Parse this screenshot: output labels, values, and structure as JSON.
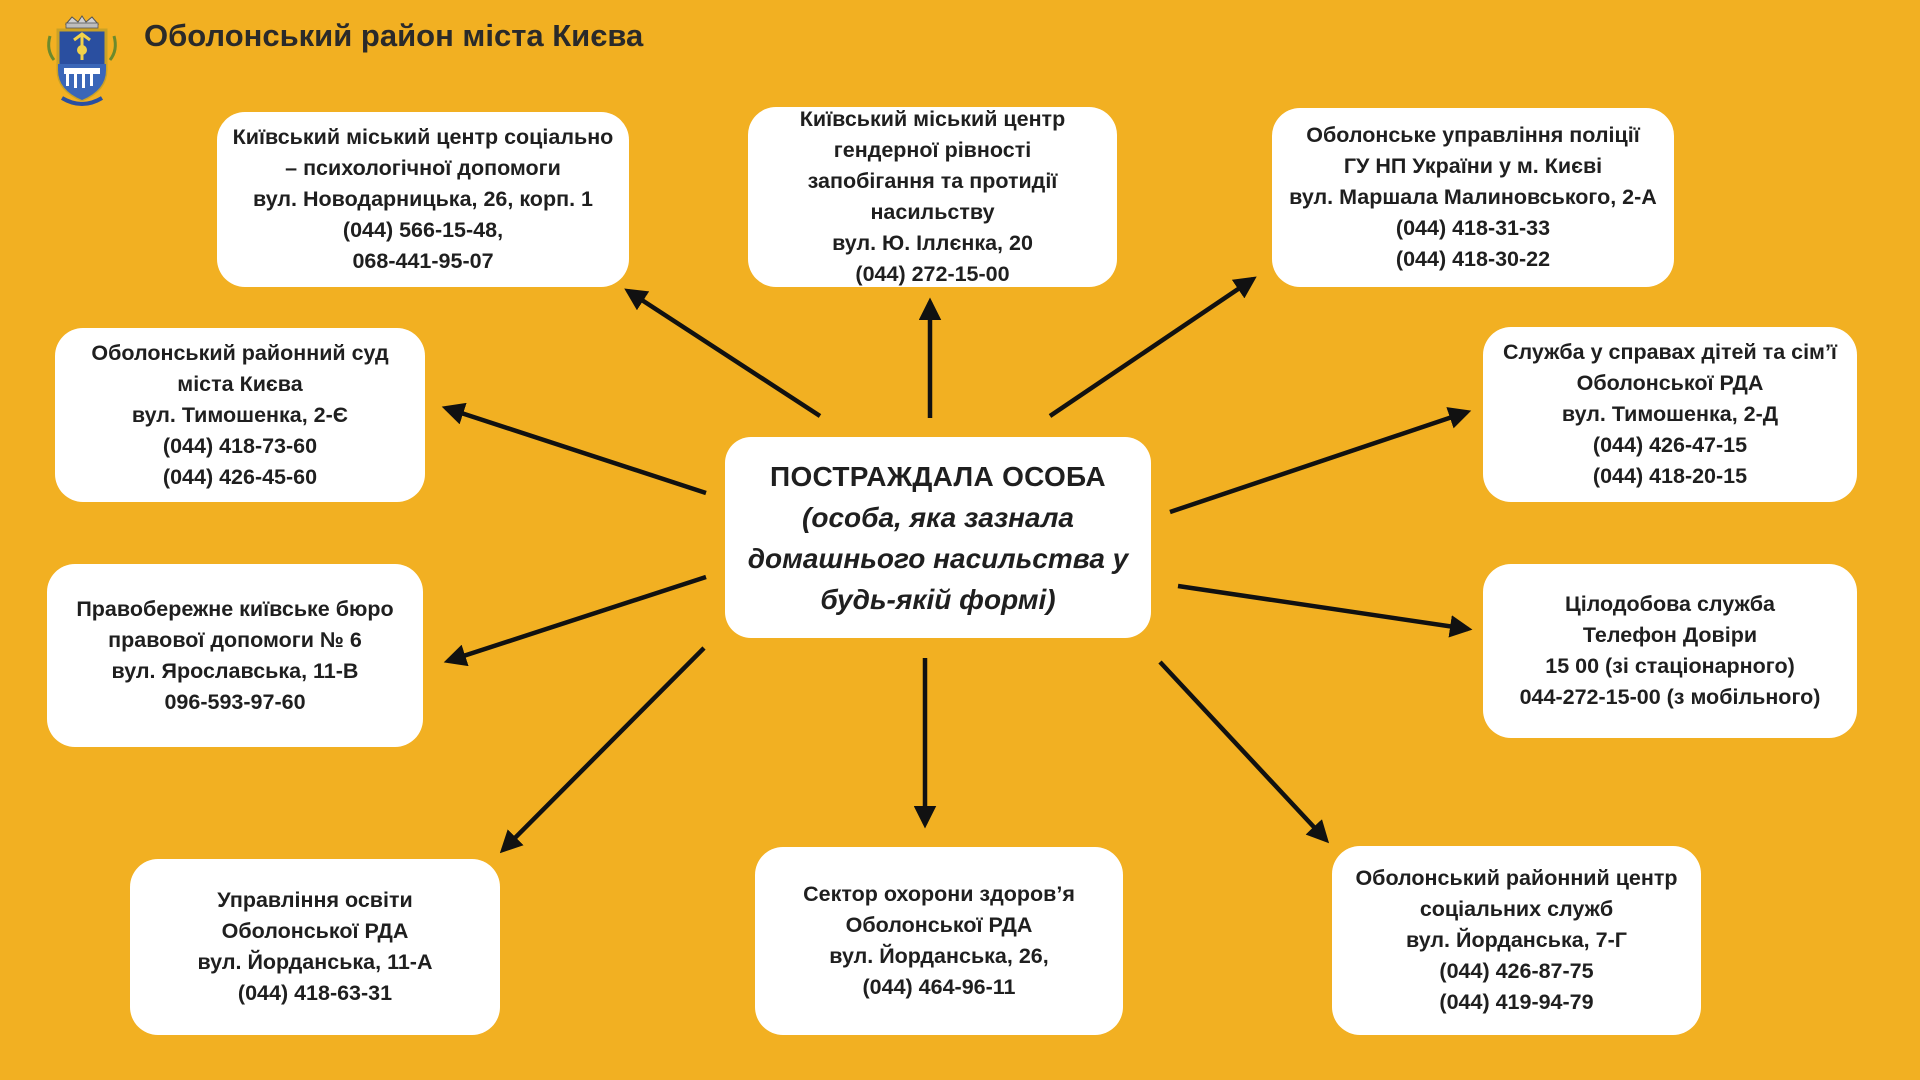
{
  "header": {
    "title": "Оболонський район міста Києва",
    "emblem_icon": "obolon-district-coat-of-arms"
  },
  "center": {
    "title": "ПОСТРАЖДАЛА ОСОБА",
    "subtitle_lines": [
      "(особа, яка зазнала",
      "домашнього насильства у",
      "будь-якій формі)"
    ]
  },
  "services": [
    {
      "lines": [
        "Київський міський центр соціально",
        "– психологічної допомоги",
        "вул. Новодарницька, 26, корп. 1",
        "(044) 566-15-48,",
        "068-441-95-07"
      ]
    },
    {
      "lines": [
        "Київський міський центр",
        "гендерної рівності",
        "запобігання та протидії",
        "насильству",
        "вул. Ю. Іллєнка, 20",
        "(044) 272-15-00"
      ]
    },
    {
      "lines": [
        "Оболонське управління поліції",
        "ГУ НП України у м. Києві",
        "вул. Маршала Малиновського, 2-А",
        "(044) 418-31-33",
        "(044) 418-30-22"
      ]
    },
    {
      "lines": [
        "Оболонський районний суд",
        "міста Києва",
        "вул. Тимошенка, 2-Є",
        "(044) 418-73-60",
        "(044) 426-45-60"
      ]
    },
    {
      "lines": [
        "Служба у справах дітей та сім’ї",
        "Оболонської РДА",
        "вул. Тимошенка, 2-Д",
        "(044) 426-47-15",
        "(044) 418-20-15"
      ]
    },
    {
      "lines": [
        "Правобережне київське бюро",
        "правової допомоги № 6",
        "вул. Ярославська, 11-В",
        "096-593-97-60"
      ]
    },
    {
      "lines": [
        "Цілодобова служба",
        "Телефон Довіри",
        "15 00 (зі стаціонарного)",
        "044-272-15-00 (з мобільного)"
      ]
    },
    {
      "lines": [
        "Управління освіти",
        "Оболонської РДА",
        "вул. Йорданська, 11-А",
        "(044) 418-63-31"
      ]
    },
    {
      "lines": [
        "Сектор охорони здоров’я",
        "Оболонської РДА",
        "вул. Йорданська, 26,",
        "(044) 464-96-11"
      ]
    },
    {
      "lines": [
        "Оболонський районний центр",
        "соціальних служб",
        "вул. Йорданська, 7-Г",
        "(044) 426-87-75",
        "(044) 419-94-79"
      ]
    }
  ],
  "colors": {
    "background": "#F2B022",
    "box_fill": "#FFFFFF",
    "arrow": "#111111",
    "text": "#1F1F1F"
  }
}
